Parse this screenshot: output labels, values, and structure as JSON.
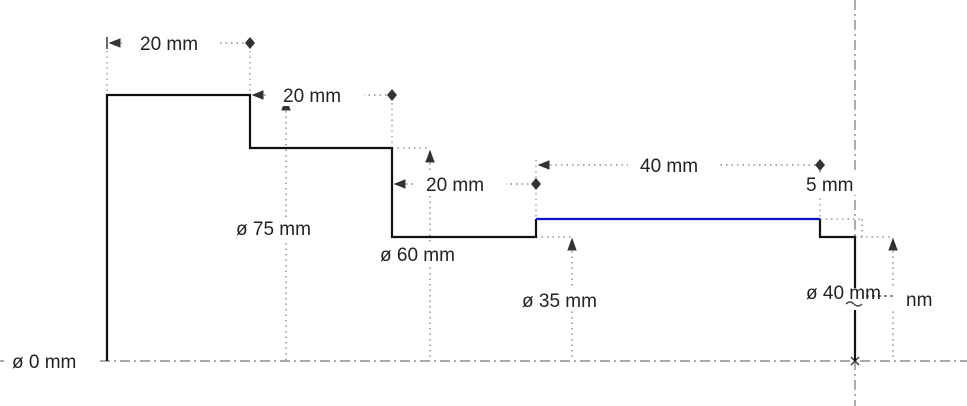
{
  "drawing": {
    "colors": {
      "profile": "#111111",
      "selected_edge": "#0a14c8",
      "dimension": "#8a8a8a",
      "axis": "#777777"
    },
    "length_dims": [
      {
        "id": "len-1",
        "label": "20 mm"
      },
      {
        "id": "len-2",
        "label": "20 mm"
      },
      {
        "id": "len-3",
        "label": "20 mm"
      },
      {
        "id": "len-4",
        "label": "40 mm"
      },
      {
        "id": "len-5",
        "label": "5 mm"
      }
    ],
    "diameter_dims": [
      {
        "id": "dia-75",
        "label": "ø 75 mm"
      },
      {
        "id": "dia-60",
        "label": "ø 60 mm"
      },
      {
        "id": "dia-35",
        "label": "ø 35 mm"
      },
      {
        "id": "dia-40",
        "label": "ø 40 mm"
      },
      {
        "id": "dia-hidden",
        "label": "nm"
      },
      {
        "id": "dia-0",
        "label": "ø 0 mm"
      }
    ]
  }
}
